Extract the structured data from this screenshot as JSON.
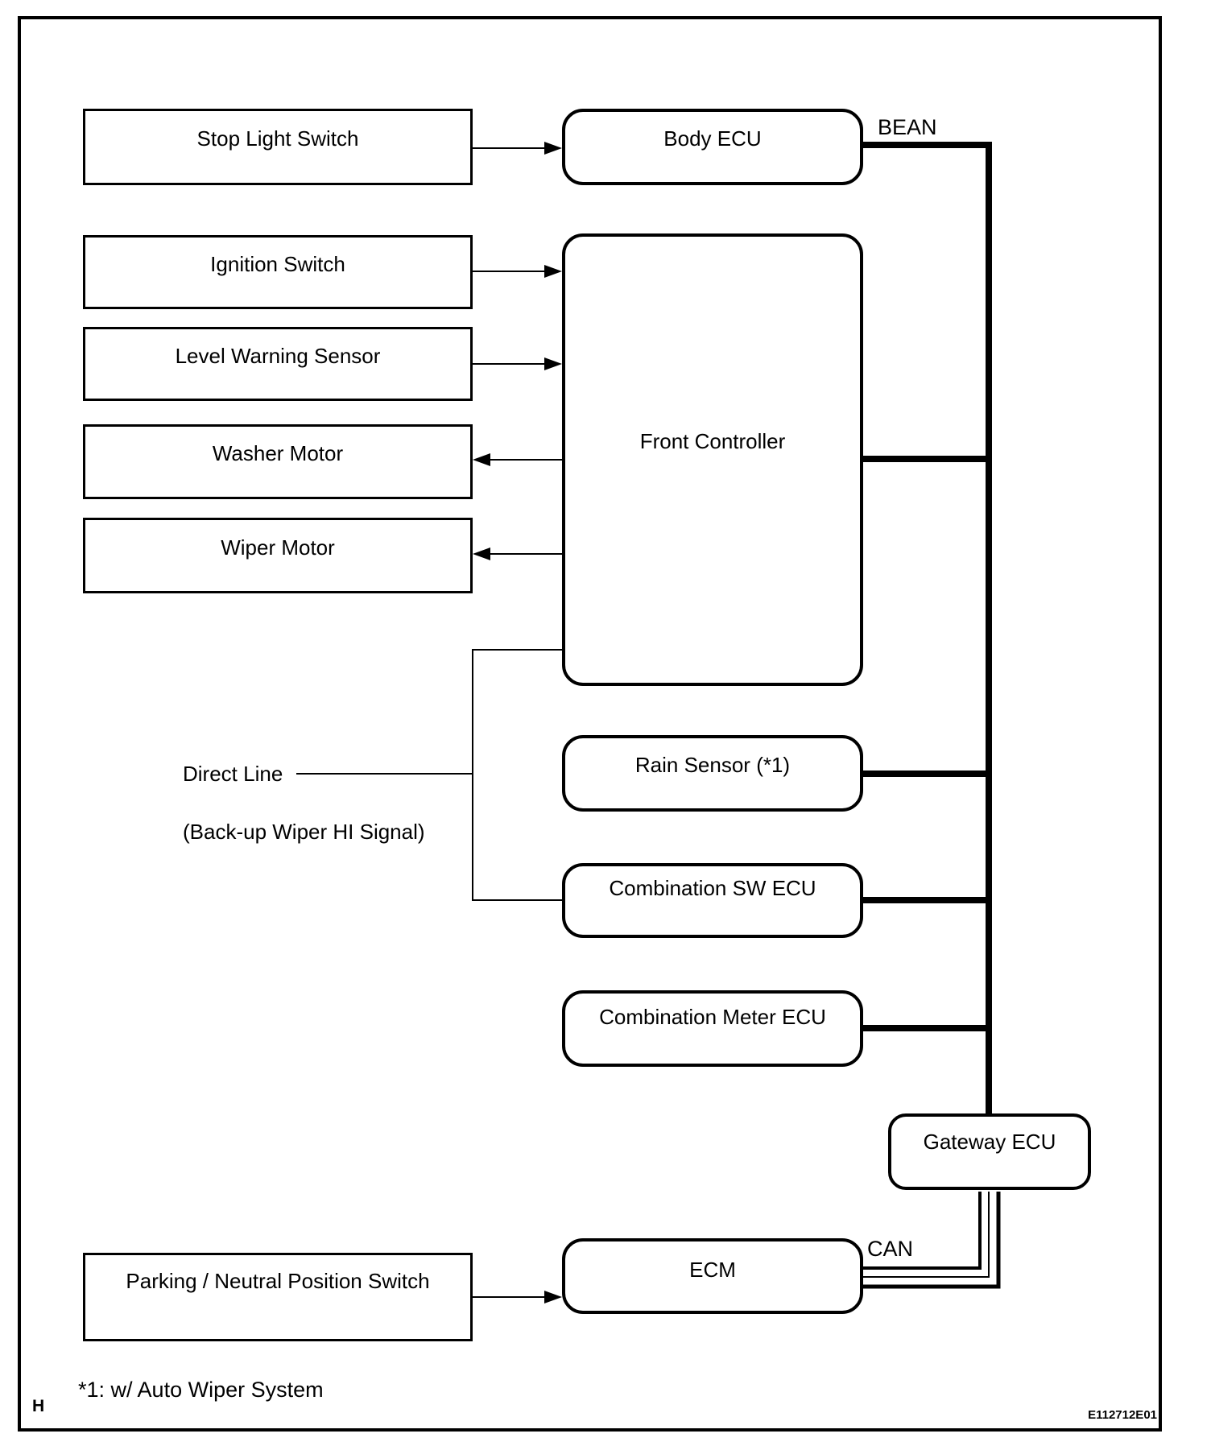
{
  "page": {
    "background": "#ffffff",
    "line_color": "#000000",
    "page_marker": "H",
    "drawing_code": "E112712E01",
    "footnote": "*1: w/ Auto Wiper System"
  },
  "buses": {
    "bean_label": "BEAN",
    "can_label": "CAN"
  },
  "direct_line": {
    "label": "Direct Line",
    "sublabel": "(Back-up Wiper HI Signal)"
  },
  "nodes": {
    "stop_light_switch": {
      "label": "Stop Light Switch"
    },
    "ignition_switch": {
      "label": "Ignition Switch"
    },
    "level_warning_sensor": {
      "label": "Level Warning Sensor"
    },
    "washer_motor": {
      "label": "Washer Motor"
    },
    "wiper_motor": {
      "label": "Wiper Motor"
    },
    "parking_neutral_position_switch": {
      "label": "Parking / Neutral Position Switch"
    },
    "body_ecu": {
      "label": "Body ECU"
    },
    "front_controller": {
      "label": "Front Controller"
    },
    "rain_sensor": {
      "label": "Rain Sensor (*1)"
    },
    "combination_sw_ecu": {
      "label": "Combination SW ECU"
    },
    "combination_meter_ecu": {
      "label": "Combination Meter ECU"
    },
    "ecm": {
      "label": "ECM"
    },
    "gateway_ecu": {
      "label": "Gateway ECU"
    }
  },
  "connections": [
    {
      "from": "Stop Light Switch",
      "to": "Body ECU",
      "type": "arrow"
    },
    {
      "from": "Ignition Switch",
      "to": "Front Controller",
      "type": "arrow"
    },
    {
      "from": "Level Warning Sensor",
      "to": "Front Controller",
      "type": "arrow"
    },
    {
      "from": "Front Controller",
      "to": "Washer Motor",
      "type": "arrow"
    },
    {
      "from": "Front Controller",
      "to": "Wiper Motor",
      "type": "arrow"
    },
    {
      "from": "Parking / Neutral Position Switch",
      "to": "ECM",
      "type": "arrow"
    },
    {
      "from": "Body ECU",
      "to": "BEAN bus",
      "type": "bus"
    },
    {
      "from": "Front Controller",
      "to": "BEAN bus",
      "type": "bus"
    },
    {
      "from": "Rain Sensor (*1)",
      "to": "BEAN bus",
      "type": "bus"
    },
    {
      "from": "Combination SW ECU",
      "to": "BEAN bus",
      "type": "bus"
    },
    {
      "from": "Combination Meter ECU",
      "to": "BEAN bus",
      "type": "bus"
    },
    {
      "from": "BEAN bus",
      "to": "Gateway ECU",
      "type": "bus"
    },
    {
      "from": "Gateway ECU",
      "to": "ECM",
      "type": "can"
    },
    {
      "from": "Front Controller",
      "to": "Combination SW ECU",
      "type": "direct-line"
    }
  ]
}
